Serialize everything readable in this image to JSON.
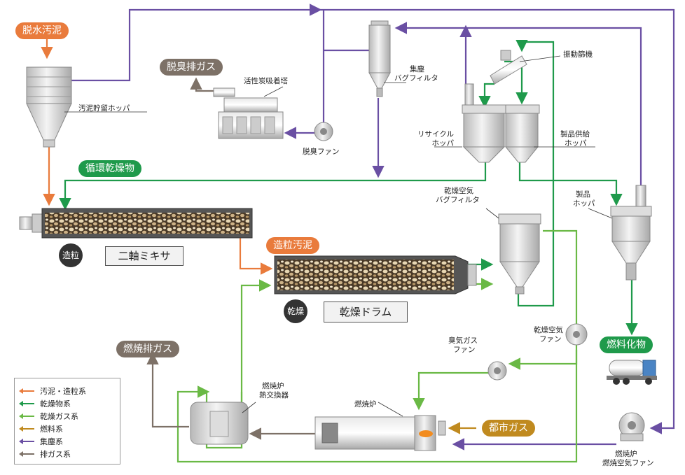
{
  "colors": {
    "sludge": "#e97b3c",
    "dried": "#1f9a4b",
    "dry_gas": "#6ab945",
    "fuel": "#c08a1f",
    "dust": "#6a4fa3",
    "exhaust": "#7d7167"
  },
  "pills": {
    "dewatered_sludge": "脱水汚泥",
    "deodorizing_exhaust": "脱臭排ガス",
    "recycled_dried": "循環乾燥物",
    "granulated_sludge": "造粒汚泥",
    "combustion_exhaust": "燃焼排ガス",
    "fuel_product": "燃料化物",
    "city_gas": "都市ガス"
  },
  "labels": {
    "sludge_hopper": "汚泥貯留ホッパ",
    "carbon_tower": "活性炭吸着塔",
    "deodor_fan": "脱臭ファン",
    "dust_filter_1": "集塵",
    "dust_filter_2": "バグフィルタ",
    "vibrating_screen": "振動篩機",
    "recycle_hopper_1": "リサイクル",
    "recycle_hopper_2": "ホッパ",
    "product_supply_hopper_1": "製品供給",
    "product_supply_hopper_2": "ホッパ",
    "dry_air_filter_1": "乾燥空気",
    "dry_air_filter_2": "バグフィルタ",
    "product_hopper_1": "製品",
    "product_hopper_2": "ホッパ",
    "dry_air_fan_1": "乾燥空気",
    "dry_air_fan_2": "ファン",
    "odor_gas_fan_1": "臭気ガス",
    "odor_gas_fan_2": "ファン",
    "furnace_hx_1": "燃焼炉",
    "furnace_hx_2": "熱交換器",
    "furnace": "燃焼炉",
    "comb_air_fan_1": "燃焼炉",
    "comb_air_fan_2": "燃焼空気ファン"
  },
  "process_boxes": {
    "mixer": "二軸ミキサ",
    "drum": "乾燥ドラム"
  },
  "process_badges": {
    "granulate": "造粒",
    "dry": "乾燥"
  },
  "legend": [
    {
      "label": "汚泥・造粒系",
      "color": "#e97b3c"
    },
    {
      "label": "乾燥物系",
      "color": "#1f9a4b"
    },
    {
      "label": "乾燥ガス系",
      "color": "#6ab945"
    },
    {
      "label": "燃料系",
      "color": "#c08a1f"
    },
    {
      "label": "集塵系",
      "color": "#6a4fa3"
    },
    {
      "label": "排ガス系",
      "color": "#7d7167"
    }
  ]
}
